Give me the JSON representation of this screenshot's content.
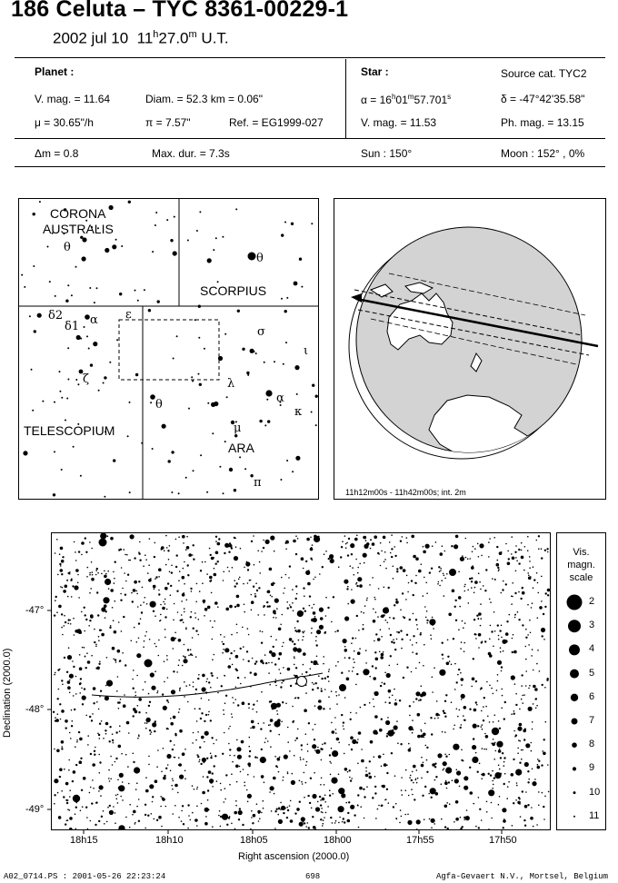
{
  "header": {
    "title": "186 Celuta  –  TYC 8361-00229-1",
    "date": "2002 jul 10",
    "time_h": "11",
    "time_m": "27.0",
    "time_suffix": "U.T."
  },
  "planet": {
    "heading": "Planet :",
    "vmag": "V. mag. = 11.64",
    "diam": "Diam. = 52.3 km = 0.06\"",
    "mu": "μ =  30.65\"/h",
    "pi": "π =  7.57\"",
    "ref": "Ref. = EG1999-027"
  },
  "star": {
    "heading": "Star :",
    "source": "Source cat.  TYC2",
    "ra_prefix": "α = 16",
    "ra_h": "h",
    "ra_m_val": "01",
    "ra_m": "m",
    "ra_s_val": "57.701",
    "ra_s": "s",
    "dec": "δ = -47°42'35.58\"",
    "vmag": "V. mag. = 11.53",
    "phmag": "Ph. mag. = 13.15"
  },
  "event": {
    "dm": "Δm = 0.8",
    "maxdur": "Max. dur. = 7.3s",
    "sun": "Sun : 150°",
    "moon": "Moon : 152° ,  0%"
  },
  "finder": {
    "labels": {
      "corona1": "CORONA",
      "corona2": "AUSTRALIS",
      "scorpius": "SCORPIUS",
      "telescopium": "TELESCOPIUM",
      "ara": "ARA"
    },
    "greek": {
      "theta_cra": "θ",
      "theta_sco": "θ",
      "delta2": "δ2",
      "delta1": "δ1",
      "alpha_tel": "α",
      "epsilon": "ε",
      "zeta": "ζ",
      "sigma": "σ",
      "iota": "ι",
      "lambda": "λ",
      "theta_ara": "θ",
      "alpha_ara": "α",
      "kappa": "κ",
      "mu_ara": "μ",
      "pi_ara": "π"
    }
  },
  "globe": {
    "caption": "11h12m00s - 11h42m00s; int.  2m"
  },
  "chart": {
    "y_label": "Declination (2000.0)",
    "x_label": "Right ascension (2000.0)",
    "dec_ticks": [
      "-47°",
      "-48°",
      "-49°"
    ],
    "ra_ticks": [
      "18h15",
      "18h10",
      "18h05",
      "18h00",
      "17h55",
      "17h50"
    ]
  },
  "mag_scale": {
    "title1": "Vis.",
    "title2": "magn.",
    "title3": "scale",
    "values": [
      "2",
      "3",
      "4",
      "5",
      "6",
      "7",
      "8",
      "9",
      "10",
      "11"
    ]
  },
  "footer": {
    "left": "A02_0714.PS : 2001-05-26 22:23:24",
    "center": "698",
    "right": "Agfa-Gevaert N.V., Mortsel, Belgium"
  }
}
